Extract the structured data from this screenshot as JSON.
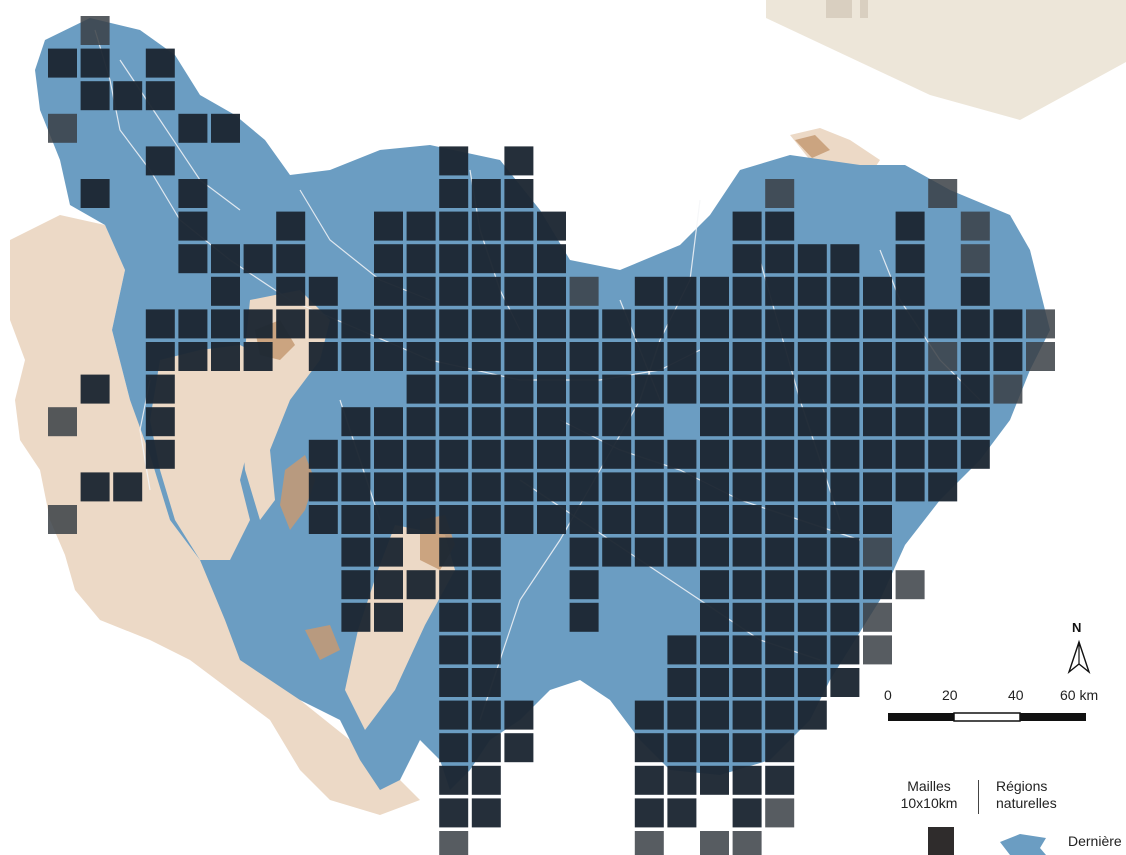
{
  "map": {
    "colors": {
      "region_blue": "#6b9dc2",
      "region_beige": "#ecd9c6",
      "region_brown": "#c69a73",
      "mesh_dark": "#1c2732",
      "mesh_dark_faded": "#3a3f45",
      "banner_beige": "#ede6d9",
      "background": "#ffffff",
      "river_white": "#f4f6f8"
    },
    "scale_bar": {
      "ticks": [
        "0",
        "20",
        "40",
        "60 km"
      ]
    },
    "north_arrow": {
      "label": "N",
      "icon": "north-arrow-icon"
    },
    "legend": {
      "mailles_line1": "Mailles",
      "mailles_line2": "10x10km",
      "regions_line1": "Régions",
      "regions_line2": "naturelles",
      "last_label": "Dernière"
    }
  }
}
